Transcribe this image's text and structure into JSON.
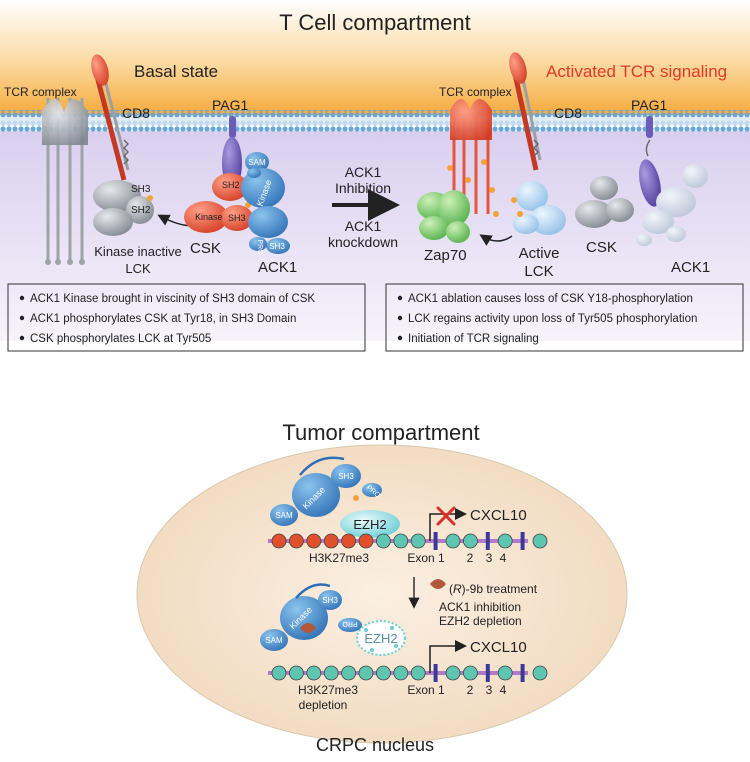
{
  "tcell": {
    "title": "T Cell compartment",
    "basal": {
      "state_label": "Basal state",
      "tcr_complex": "TCR complex",
      "cd8": "CD8",
      "pag1": "PAG1",
      "lck_sh3": "SH3",
      "lck_sh2": "SH2",
      "lck_label_1": "Kinase inactive",
      "lck_label_2": "LCK",
      "csk_sh2": "SH2",
      "csk_kinase": "Kinase",
      "csk_sh3": "SH3",
      "csk_label": "CSK",
      "ack1_sam": "SAM",
      "ack1_kinase": "Kinase",
      "ack1_sh3": "SH3",
      "ack1_pro": "PRO",
      "ack1_label": "ACK1",
      "bullets": [
        "ACK1 Kinase brought in viscinity of SH3 domain of CSK",
        "ACK1 phosphorylates CSK at Tyr18, in SH3 Domain",
        "CSK phosphorylates LCK at Tyr505"
      ]
    },
    "transition": {
      "line1": "ACK1",
      "line2": "Inhibition",
      "line3": "ACK1",
      "line4": "knockdown"
    },
    "activated": {
      "state_label": "Activated TCR signaling",
      "tcr_complex": "TCR complex",
      "cd8": "CD8",
      "pag1": "PAG1",
      "zap70": "Zap70",
      "lck_label_1": "Active",
      "lck_label_2": "LCK",
      "csk_label": "CSK",
      "ack1_label": "ACK1",
      "bullets": [
        "ACK1 ablation causes loss of CSK Y18-phosphorylation",
        "LCK regains activity upon loss of Tyr505 phosphorylation",
        "Initiation of TCR signaling"
      ]
    }
  },
  "tumor": {
    "title": "Tumor compartment",
    "top": {
      "sam": "SAM",
      "kinase": "Kinase",
      "sh3": "SH3",
      "pro": "PRO",
      "ezh2": "EZH2",
      "gene": "CXCL10",
      "mark": "H3K27me3",
      "exon1": "Exon 1",
      "exon2": "2",
      "exon3": "3",
      "exon4": "4"
    },
    "treatment": {
      "drug_prefix": "(",
      "drug_r": "R",
      "drug_suffix": ")-9b treatment",
      "line2": "ACK1 inhibition",
      "line3": "EZH2 depletion"
    },
    "bottom": {
      "sam": "SAM",
      "kinase": "Kinase",
      "sh3": "SH3",
      "pro": "PRO",
      "ezh2": "EZH2",
      "gene": "CXCL10",
      "mark_1": "H3K27me3",
      "mark_2": "depletion",
      "exon1": "Exon 1",
      "exon2": "2",
      "exon3": "3",
      "exon4": "4"
    },
    "nucleus_label": "CRPC nucleus"
  },
  "colors": {
    "membrane_orange": "#f6b24a",
    "cytoplasm_purple": "#e4ddf0",
    "ack1_blue": "#3a86c8",
    "csk_red": "#e8533a",
    "lck_gray": "#9aa0a6",
    "zap70_green": "#7cc86a",
    "ezh2_teal": "#8fd3d8",
    "nucleosome_red": "#e0502d",
    "nucleosome_teal": "#5ec6b0",
    "activated_red": "#e03a2a",
    "nucleus_fill": "#f6e6d2"
  }
}
